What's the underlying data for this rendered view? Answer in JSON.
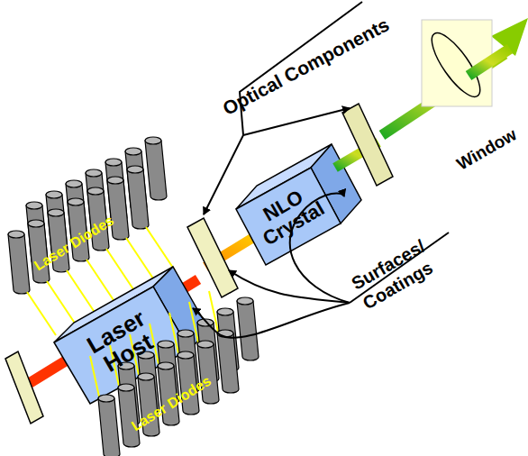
{
  "diagram": {
    "nodes": [
      {
        "text": [
          "Laser Host"
        ]
      },
      {
        "text": [
          "NLO Crystal"
        ]
      }
    ],
    "labels": [
      "Optical Components",
      "Window",
      "Surfaces/ Coatings",
      "Laser Diodes",
      "Laser Diodes"
    ]
  }
}
